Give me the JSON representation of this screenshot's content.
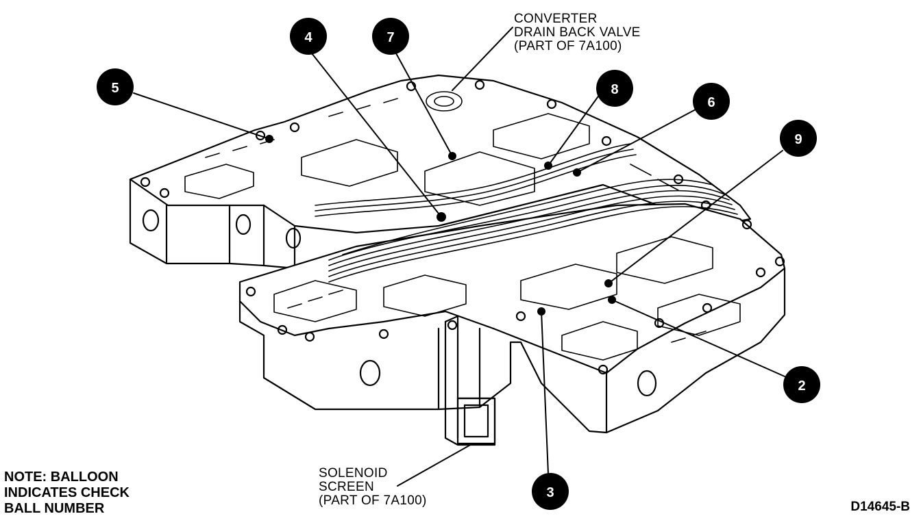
{
  "callouts": {
    "converter_drain_back_valve": [
      "CONVERTER",
      "DRAIN BACK VALVE",
      "(PART OF 7A100)"
    ],
    "solenoid_screen": [
      "SOLENOID",
      "SCREEN",
      "(PART OF 7A100)"
    ]
  },
  "note": [
    "NOTE: BALLOON",
    "INDICATES CHECK",
    "BALL NUMBER"
  ],
  "figure_id": "D14645-B",
  "balloons": [
    "4",
    "7",
    "5",
    "8",
    "6",
    "9",
    "2",
    "3"
  ]
}
